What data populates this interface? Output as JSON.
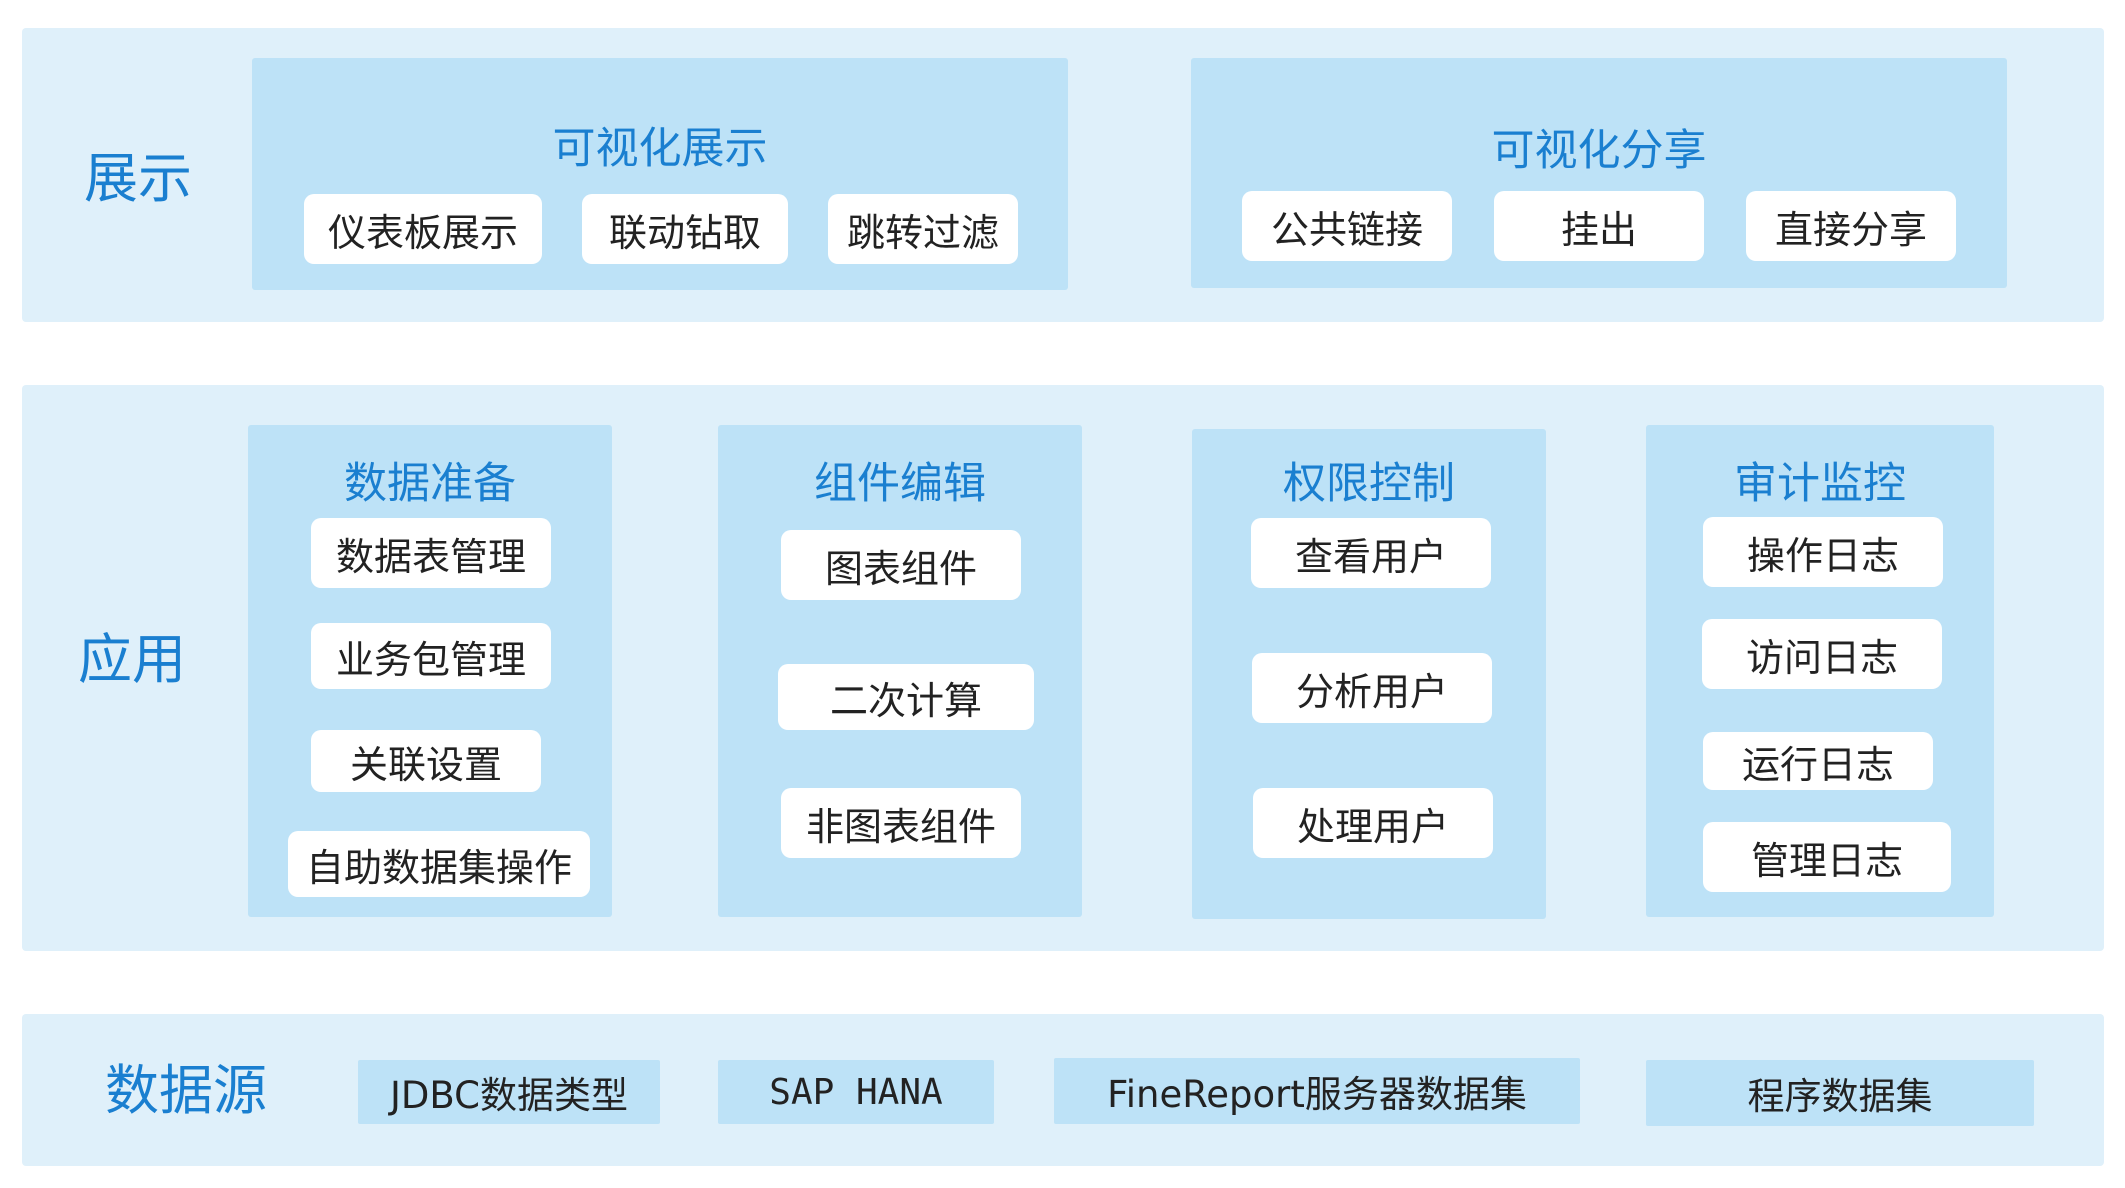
{
  "layers": {
    "display": {
      "label": "展示",
      "groups": [
        {
          "title": "可视化展示",
          "items": [
            "仪表板展示",
            "联动钻取",
            "跳转过滤"
          ]
        },
        {
          "title": "可视化分享",
          "items": [
            "公共链接",
            "挂出",
            "直接分享"
          ]
        }
      ]
    },
    "application": {
      "label": "应用",
      "groups": [
        {
          "title": "数据准备",
          "items": [
            "数据表管理",
            "业务包管理",
            "关联设置",
            "自助数据集操作"
          ]
        },
        {
          "title": "组件编辑",
          "items": [
            "图表组件",
            "二次计算",
            "非图表组件"
          ]
        },
        {
          "title": "权限控制",
          "items": [
            "查看用户",
            "分析用户",
            "处理用户"
          ]
        },
        {
          "title": "审计监控",
          "items": [
            "操作日志",
            "访问日志",
            "运行日志",
            "管理日志"
          ]
        }
      ]
    },
    "datasource": {
      "label": "数据源",
      "items": [
        "JDBC数据类型",
        "SAP HANA",
        "FineReport服务器数据集",
        "程序数据集"
      ]
    }
  },
  "colors": {
    "layer_background": "#dff0fa",
    "group_background": "#bde2f7",
    "accent_text": "#1a7fd0",
    "chip_background": "#ffffff",
    "body_text": "#222222"
  }
}
